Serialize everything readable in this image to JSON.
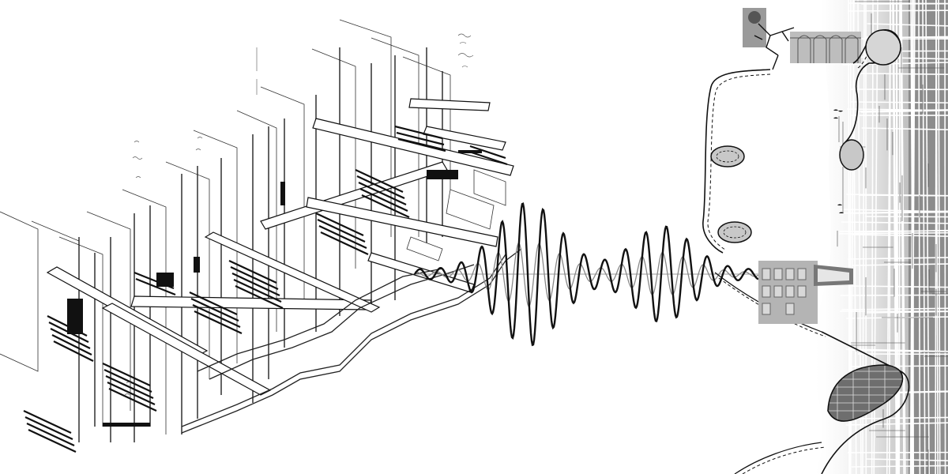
{
  "artwork": {
    "kind": "architectural-collage",
    "panels": [
      "isometric-exploded-structure",
      "sound-wave",
      "urban-map-collage"
    ],
    "colors": {
      "background": "#ffffff",
      "ink": "#111111",
      "gray": "#888888",
      "map_gray": "#9a9a9a"
    }
  }
}
